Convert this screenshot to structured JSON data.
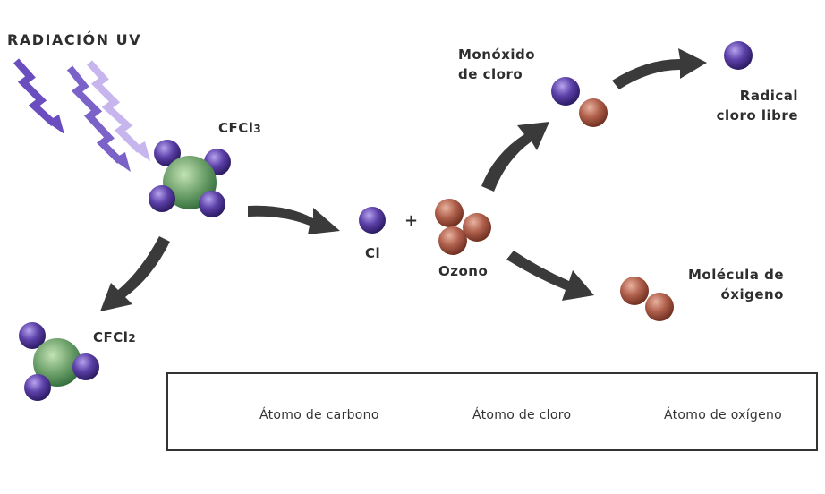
{
  "labels": {
    "uv_radiation": "RADIACIÓN UV",
    "cfcl3_main": "CFCl",
    "cfcl3_sub": "3",
    "cfcl2_main": "CFCl",
    "cfcl2_sub": "2",
    "cl": "Cl",
    "plus": "+",
    "ozone": "Ozono",
    "chlorine_monoxide_line1": "Monóxido",
    "chlorine_monoxide_line2": "de cloro",
    "free_radical_line1": "Radical",
    "free_radical_line2": "cloro libre",
    "oxygen_molecule_line1": "Molécula de",
    "oxygen_molecule_line2": "óxigeno"
  },
  "legend": {
    "carbon": "Átomo de carbono",
    "chlorine": "Átomo de cloro",
    "oxygen": "Átomo de oxígeno"
  },
  "colors": {
    "carbon": "#5e9a62",
    "chlorine": "#5a3e9c",
    "oxygen": "#b0604c",
    "arrow": "#3a3a3a",
    "uv_dark": "#6a4ec0",
    "uv_light": "#c7b6ee"
  }
}
